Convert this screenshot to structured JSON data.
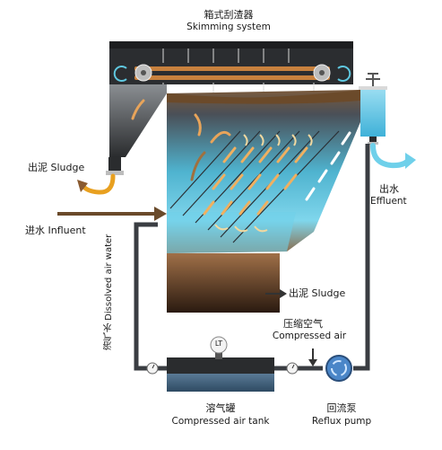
{
  "labels": {
    "skimmer_cn": "箱式刮渣器",
    "skimmer_en": "Skimming system",
    "sludge_left": "出泥 Sludge",
    "influent": "进水 Influent",
    "effluent_cn": "出水",
    "effluent_en": "Effluent",
    "sludge_bottom": "出泥 Sludge",
    "compressed_air_cn": "压缩空气",
    "compressed_air_en": "Compressed air",
    "dissolved_air_water": "溶气水 Dissolved air water",
    "tank_cn": "溶气罐",
    "tank_en": "Compressed air tank",
    "pump_cn": "回流泵",
    "pump_en": "Reflux pump",
    "level_transmitter": "LT"
  },
  "colors": {
    "frame": "#3a3a3a",
    "water": "#5cc7e6",
    "sludge": "#6b4a2a",
    "arrow_brown": "#8a5a30",
    "arrow_orange": "#e8a45a",
    "arrow_cyan": "#5fc8e0",
    "plate_arrow": "#f0b060"
  },
  "icons": {
    "skimmer_wheel": "gear-wheel-icon",
    "pump": "circular-arrows-icon",
    "valve": "gauge-icon"
  }
}
